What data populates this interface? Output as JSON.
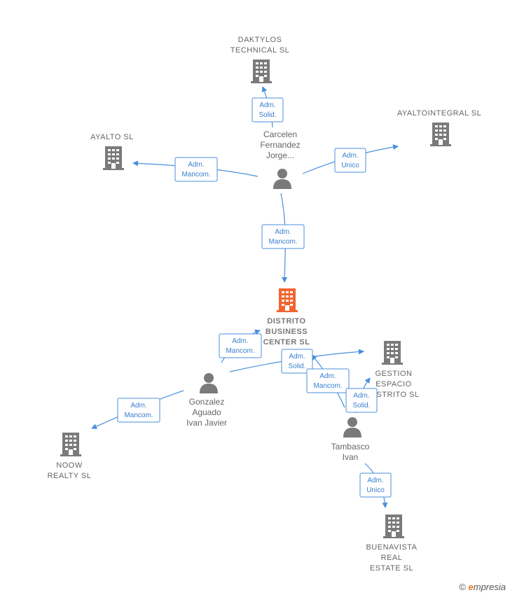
{
  "colors": {
    "edge": "#4a8fdc",
    "company": "#7a7a7a",
    "focus_company": "#f26430",
    "person": "#7a7a7a"
  },
  "nodes": {
    "daktylos": {
      "lines": [
        "DAKTYLOS",
        "TECHNICAL  SL"
      ],
      "icon": "building-icon"
    },
    "ayaltointegral": {
      "lines": [
        "AYALTOINTEGRAL SL"
      ],
      "icon": "building-icon"
    },
    "ayalto": {
      "lines": [
        "AYALTO SL"
      ],
      "icon": "building-icon"
    },
    "carcelen": {
      "lines": [
        "Carcelen",
        "Fernandez",
        "Jorge..."
      ],
      "icon": "person-icon"
    },
    "distrito": {
      "lines": [
        "DISTRITO",
        "BUSINESS",
        "CENTER  SL"
      ],
      "icon": "building-icon"
    },
    "gestion": {
      "lines": [
        "GESTION",
        "ESPACIO",
        "DISTRITO  SL"
      ],
      "icon": "building-icon"
    },
    "gonzalez": {
      "lines": [
        "Gonzalez",
        "Aguado",
        "Ivan Javier"
      ],
      "icon": "person-icon"
    },
    "tambasco": {
      "lines": [
        "Tambasco",
        "Ivan"
      ],
      "icon": "person-icon"
    },
    "noow": {
      "lines": [
        "NOOW",
        "REALTY  SL"
      ],
      "icon": "building-icon"
    },
    "buenavista": {
      "lines": [
        "BUENAVISTA",
        "REAL",
        "ESTATE SL"
      ],
      "icon": "building-icon"
    }
  },
  "edges": [
    {
      "id": "carcelen-daktylos",
      "lines": [
        "Adm.",
        "Solid."
      ]
    },
    {
      "id": "carcelen-ayalto",
      "lines": [
        "Adm.",
        "Mancom."
      ]
    },
    {
      "id": "carcelen-ayaltointegral",
      "lines": [
        "Adm.",
        "Unico"
      ]
    },
    {
      "id": "carcelen-distrito",
      "lines": [
        "Adm.",
        "Mancom."
      ]
    },
    {
      "id": "gonzalez-distrito",
      "lines": [
        "Adm.",
        "Mancom."
      ]
    },
    {
      "id": "gonzalez-gestion",
      "lines": [
        "Adm.",
        "Solid."
      ]
    },
    {
      "id": "gonzalez-noow",
      "lines": [
        "Adm.",
        "Mancom."
      ]
    },
    {
      "id": "tambasco-distrito",
      "lines": [
        "Adm.",
        "Mancom."
      ]
    },
    {
      "id": "tambasco-gestion",
      "lines": [
        "Adm.",
        "Solid."
      ]
    },
    {
      "id": "tambasco-buenavista",
      "lines": [
        "Adm.",
        "Unico"
      ]
    }
  ],
  "footer": {
    "copyright": "©",
    "brand_initial": "e",
    "brand_rest": "mpresia"
  }
}
